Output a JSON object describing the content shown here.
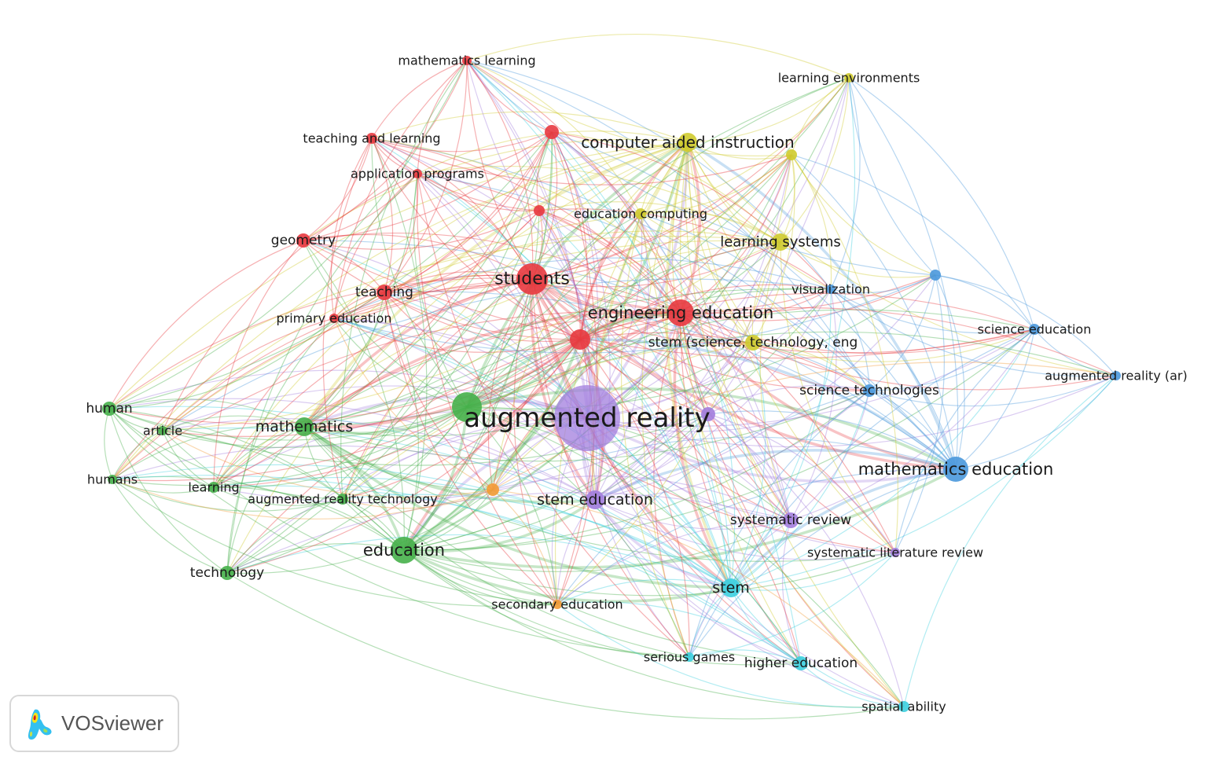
{
  "app": {
    "brand": "VOSviewer"
  },
  "clusters": {
    "red": "#e8393f",
    "green": "#46b04a",
    "blue": "#4a98dc",
    "yellow": "#cfcb2e",
    "purple": "#a27ddd",
    "cyan": "#3ccfdf",
    "orange": "#f39a34"
  },
  "nodes": [
    {
      "label": "augmented reality",
      "cluster": "purple"
    },
    {
      "label": "students",
      "cluster": "red"
    },
    {
      "label": "engineering education",
      "cluster": "red"
    },
    {
      "label": "education",
      "cluster": "green"
    },
    {
      "label": "mathematics education",
      "cluster": "blue"
    },
    {
      "label": "computer aided instruction",
      "cluster": "yellow"
    },
    {
      "label": "mathematics",
      "cluster": "green"
    },
    {
      "label": "stem education",
      "cluster": "purple"
    },
    {
      "label": "stem",
      "cluster": "cyan"
    },
    {
      "label": "learning systems",
      "cluster": "yellow"
    },
    {
      "label": "teaching",
      "cluster": "red"
    },
    {
      "label": "geometry",
      "cluster": "red"
    },
    {
      "label": "systematic review",
      "cluster": "purple"
    },
    {
      "label": "science technologies",
      "cluster": "blue"
    },
    {
      "label": "stem (science, technology, eng",
      "cluster": "yellow"
    },
    {
      "label": "human",
      "cluster": "green"
    },
    {
      "label": "higher education",
      "cluster": "cyan"
    },
    {
      "label": "education computing",
      "cluster": "yellow"
    },
    {
      "label": "visualization",
      "cluster": "blue"
    },
    {
      "label": "science education",
      "cluster": "blue"
    },
    {
      "label": "augmented reality (ar)",
      "cluster": "blue"
    },
    {
      "label": "learning environments",
      "cluster": "yellow"
    },
    {
      "label": "mathematics learning",
      "cluster": "red"
    },
    {
      "label": "teaching and learning",
      "cluster": "red"
    },
    {
      "label": "application programs",
      "cluster": "red"
    },
    {
      "label": "primary education",
      "cluster": "red"
    },
    {
      "label": "article",
      "cluster": "green"
    },
    {
      "label": "humans",
      "cluster": "green"
    },
    {
      "label": "learning",
      "cluster": "green"
    },
    {
      "label": "augmented reality technology",
      "cluster": "green"
    },
    {
      "label": "technology",
      "cluster": "green"
    },
    {
      "label": "secondary education",
      "cluster": "orange"
    },
    {
      "label": "serious games",
      "cluster": "cyan"
    },
    {
      "label": "spatial ability",
      "cluster": "cyan"
    },
    {
      "label": "systematic literature review",
      "cluster": "purple"
    },
    {
      "label": "",
      "cluster": "green"
    },
    {
      "label": "",
      "cluster": "red"
    },
    {
      "label": "",
      "cluster": "red"
    },
    {
      "label": "",
      "cluster": "red"
    },
    {
      "label": "",
      "cluster": "yellow"
    },
    {
      "label": "",
      "cluster": "blue"
    },
    {
      "label": "",
      "cluster": "purple"
    },
    {
      "label": "",
      "cluster": "orange"
    }
  ]
}
